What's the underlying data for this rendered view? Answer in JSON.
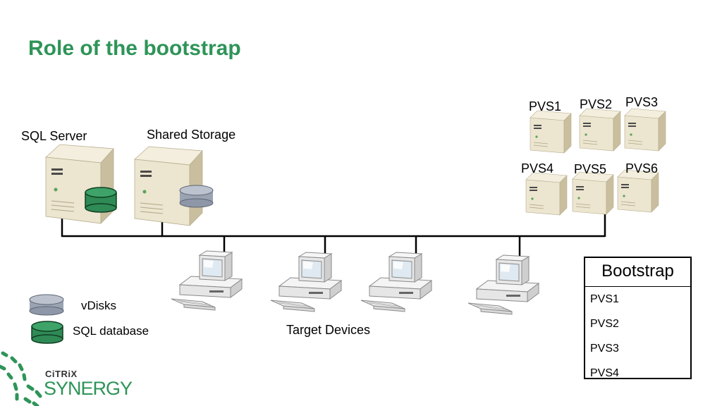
{
  "title": "Role of the bootstrap",
  "nodes": {
    "sql_server": "SQL Server",
    "shared_storage": "Shared Storage",
    "pvs1": "PVS1",
    "pvs2": "PVS2",
    "pvs3": "PVS3",
    "pvs4": "PVS4",
    "pvs5": "PVS5",
    "pvs6": "PVS6",
    "target_devices": "Target Devices"
  },
  "legend": {
    "vdisks": "vDisks",
    "sql_database": "SQL database"
  },
  "bootstrap": {
    "header": "Bootstrap",
    "rows": [
      "PVS1",
      "PVS2",
      "PVS3",
      "PVS4"
    ]
  },
  "brand": {
    "top": "CiTRiX",
    "bottom": "SYNERGY"
  },
  "colors": {
    "title": "#2e9458",
    "sql_db": "#2f8a55",
    "vdisk": "#9aa3b2",
    "server_body": "#e9e2cc",
    "brand_green": "#2e9458"
  },
  "icons": {
    "server": "server-tower-icon",
    "desktop": "desktop-computer-icon",
    "database": "database-cylinder-icon"
  }
}
